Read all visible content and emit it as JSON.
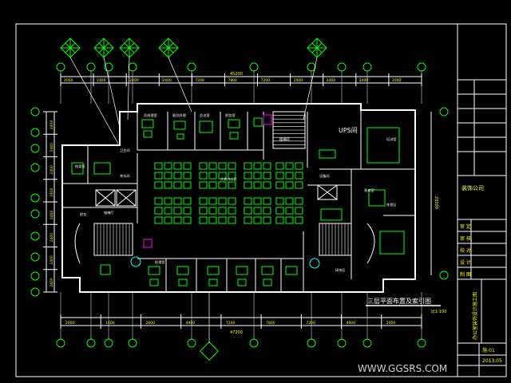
{
  "drawing": {
    "title": "三层平面布置及索引图",
    "scale": "比1:100",
    "overall_dim": "45200",
    "overall_dim_bottom": "47200",
    "vertical_dim": "20000",
    "ups_label": "UPS间",
    "watermark": "WWW.GGSRS.COM",
    "top_dims": [
      "2000",
      "2400",
      "2400",
      "2400",
      "7200",
      "7800",
      "7200",
      "2400",
      "2400",
      "2400",
      "2000"
    ],
    "bottom_dims": [
      "2000",
      "1600",
      "2800",
      "4900",
      "7200",
      "7800",
      "7200",
      "4900",
      "2000"
    ],
    "left_dims": [
      "2400",
      "2400",
      "2400",
      "2400",
      "2400",
      "2400",
      "2400",
      "2400"
    ],
    "rooms": [
      "总经理室",
      "副总经理",
      "财务室",
      "会议室",
      "前台",
      "接待区",
      "开放办公区",
      "经理室",
      "档案室",
      "茶水间",
      "卫生间",
      "电梯厅",
      "楼梯间",
      "培训室",
      "贵宾室",
      "休息区",
      "设备间"
    ]
  },
  "title_block": {
    "company": "装饰公司",
    "rows": [
      "审 定",
      "审 核",
      "校 对",
      "设 计",
      "制 图"
    ],
    "project": "办公室装饰设计施工图",
    "drawing_no": "施-01",
    "date": "2013.05"
  }
}
